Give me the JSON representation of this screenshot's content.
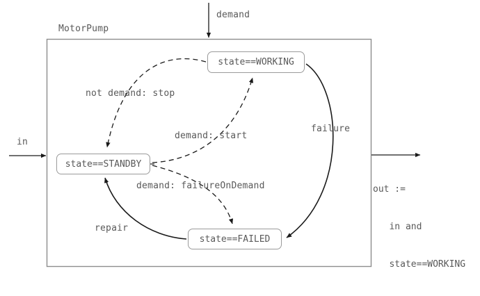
{
  "diagram": {
    "type": "state-machine",
    "component_name": "MotorPump",
    "inputs": [
      {
        "name": "in",
        "label": "in"
      },
      {
        "name": "demand",
        "label": "demand"
      }
    ],
    "outputs": [
      {
        "name": "out",
        "lines": [
          "out :=",
          "   in and",
          "   state==WORKING"
        ],
        "line1": "out :=",
        "line2": "   in and",
        "line3": "   state==WORKING"
      }
    ],
    "states": [
      {
        "id": "working",
        "label": "state==WORKING"
      },
      {
        "id": "standby",
        "label": "state==STANDBY"
      },
      {
        "id": "failed",
        "label": "state==FAILED"
      }
    ],
    "transitions": [
      {
        "id": "stop",
        "from": "working",
        "to": "standby",
        "label": "not demand: stop",
        "style": "dashed"
      },
      {
        "id": "start",
        "from": "standby",
        "to": "working",
        "label": "demand: start",
        "style": "dashed"
      },
      {
        "id": "failure_on_demand",
        "from": "standby",
        "to": "failed",
        "label": "demand: failureOnDemand",
        "style": "dashed"
      },
      {
        "id": "failure",
        "from": "working",
        "to": "failed",
        "label": "failure",
        "style": "solid"
      },
      {
        "id": "repair",
        "from": "failed",
        "to": "standby",
        "label": "repair",
        "style": "solid"
      }
    ],
    "colors": {
      "text": "#595959",
      "stroke": "#1a1a1a",
      "box_border": "#9a9a9a",
      "container_border": "#8d8d8d",
      "background": "#ffffff"
    }
  }
}
